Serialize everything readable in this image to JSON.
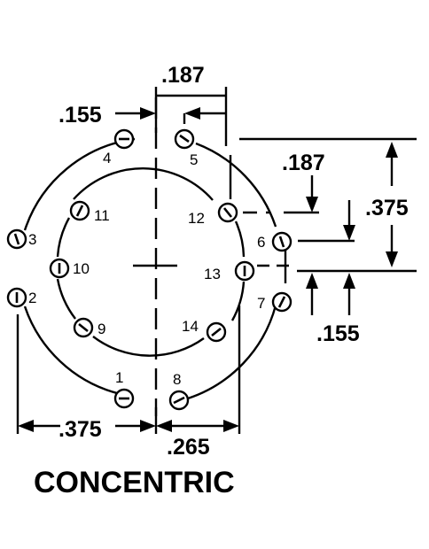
{
  "title": "CONCENTRIC",
  "dimensions": {
    "top_width": ".187",
    "top_offset": ".155",
    "right_offset": ".187",
    "right_height": ".375",
    "right_lower": ".155",
    "bottom_left": ".375",
    "bottom_right": ".265"
  },
  "pins": [
    {
      "label": "1"
    },
    {
      "label": "2"
    },
    {
      "label": "3"
    },
    {
      "label": "4"
    },
    {
      "label": "5"
    },
    {
      "label": "6"
    },
    {
      "label": "7"
    },
    {
      "label": "8"
    },
    {
      "label": "9"
    },
    {
      "label": "10"
    },
    {
      "label": "11"
    },
    {
      "label": "12"
    },
    {
      "label": "13"
    },
    {
      "label": "14"
    }
  ]
}
